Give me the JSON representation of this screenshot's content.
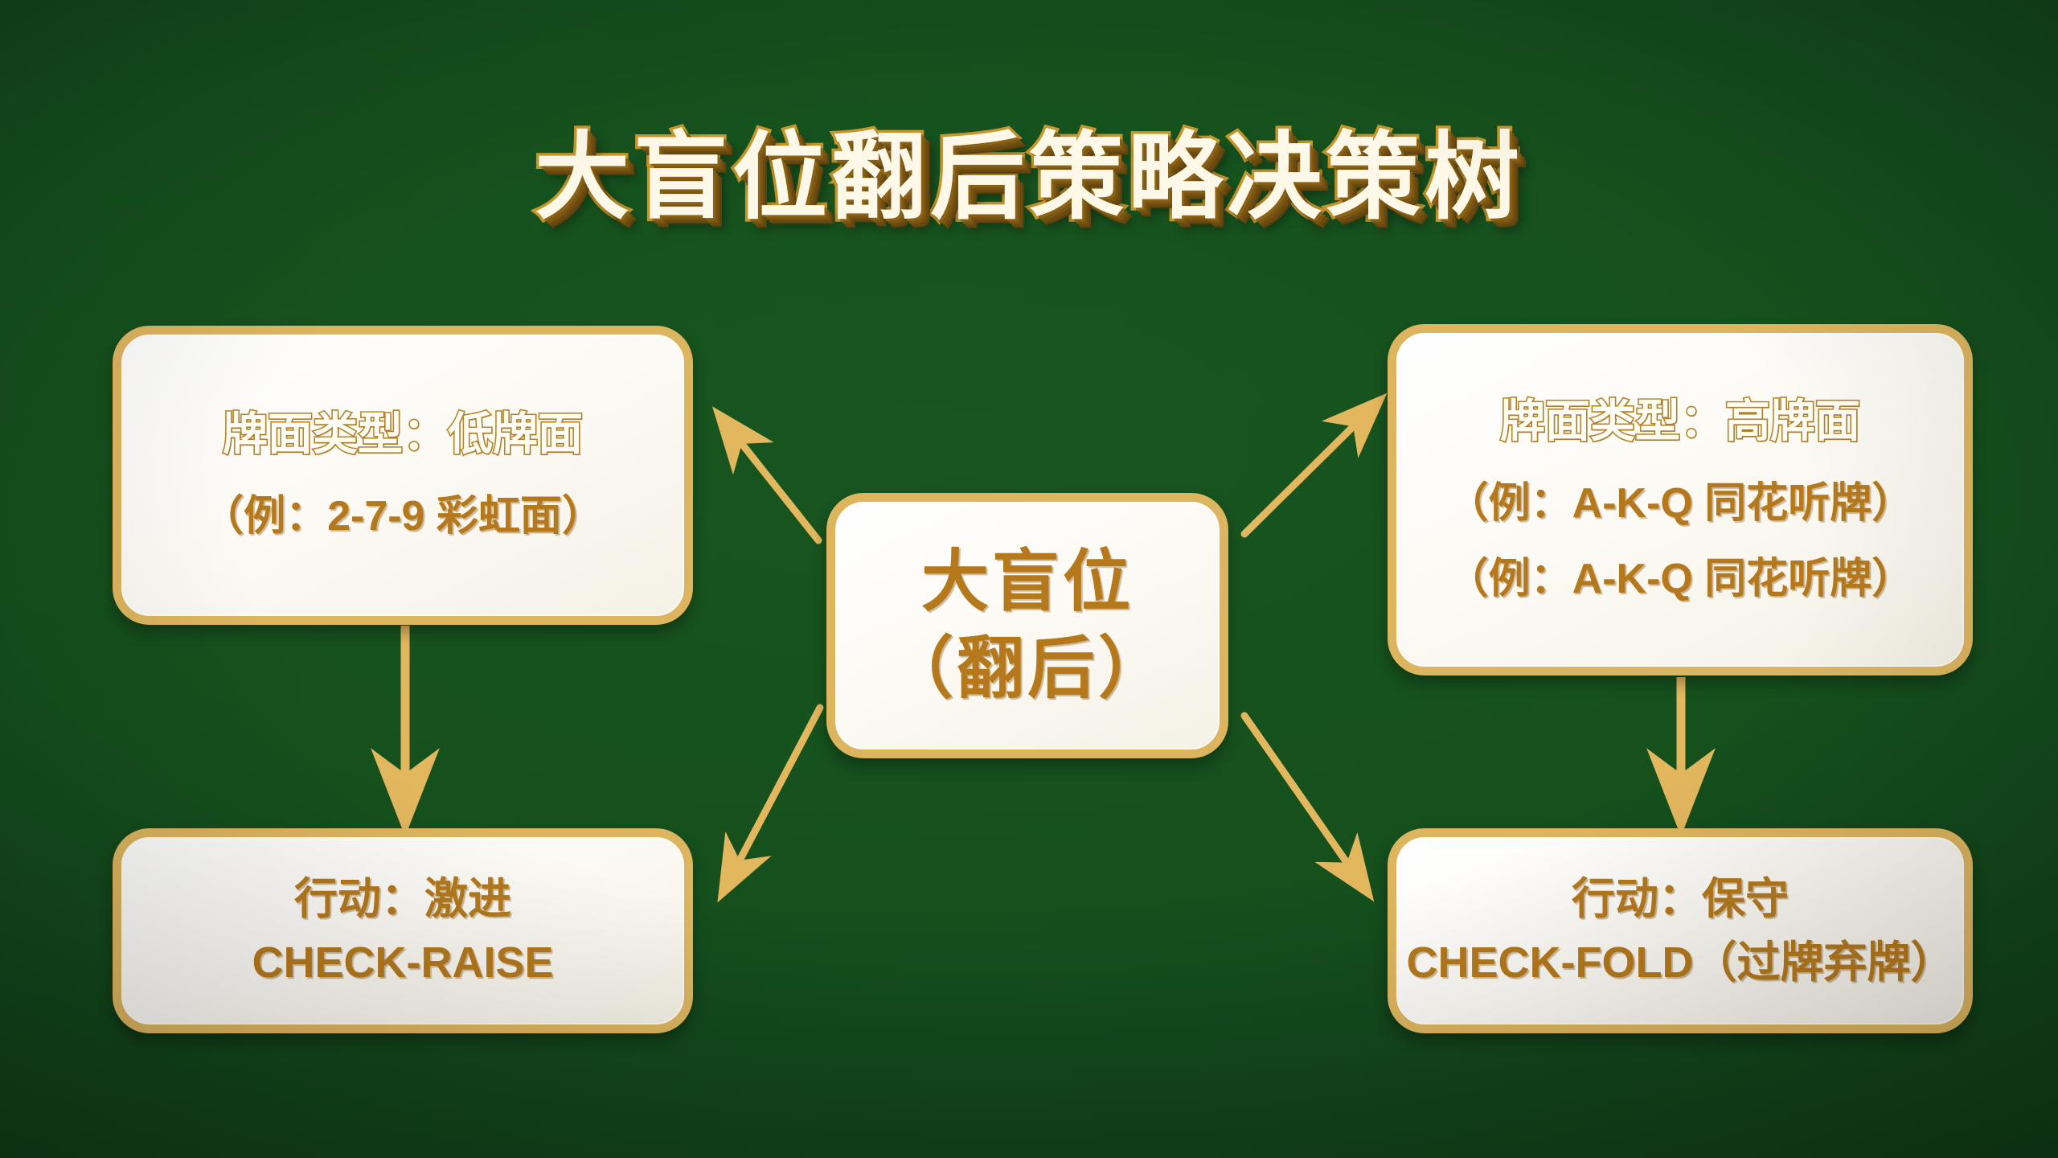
{
  "page": {
    "title": "大盲位翻后策略决策树",
    "background_color": "#14501D",
    "accent_gold": "#DDB55F",
    "text_gold": "#B5791C",
    "box_fill": "#FCFAF4"
  },
  "nodes": {
    "center": {
      "name": "大盲位",
      "line1": "大盲位",
      "line2": "（翻后）"
    },
    "low_board": {
      "heading": "牌面类型：低牌面",
      "example1": "（例：2-7-9 彩虹面）"
    },
    "high_board": {
      "heading": "牌面类型：高牌面",
      "example1": "（例：A-K-Q 同花听牌）",
      "example2": "（例：A-K-Q 同花听牌）"
    },
    "aggressive": {
      "action": "行动：激进",
      "code": "CHECK-RAISE"
    },
    "conservative": {
      "action": "行动：保守",
      "code": "CHECK-FOLD（过牌弃牌）"
    }
  },
  "arrows": [
    {
      "id": "center-to-low-board",
      "from": "center",
      "to": "low_board",
      "direction": "up-left"
    },
    {
      "id": "center-to-high-board",
      "from": "center",
      "to": "high_board",
      "direction": "up-right"
    },
    {
      "id": "center-to-aggressive",
      "from": "center",
      "to": "aggressive",
      "direction": "down-left"
    },
    {
      "id": "center-to-conservative",
      "from": "center",
      "to": "conservative",
      "direction": "down-right"
    },
    {
      "id": "low-board-to-aggressive",
      "from": "low_board",
      "to": "aggressive",
      "direction": "down"
    },
    {
      "id": "high-board-to-conservative",
      "from": "high_board",
      "to": "conservative",
      "direction": "down"
    }
  ]
}
